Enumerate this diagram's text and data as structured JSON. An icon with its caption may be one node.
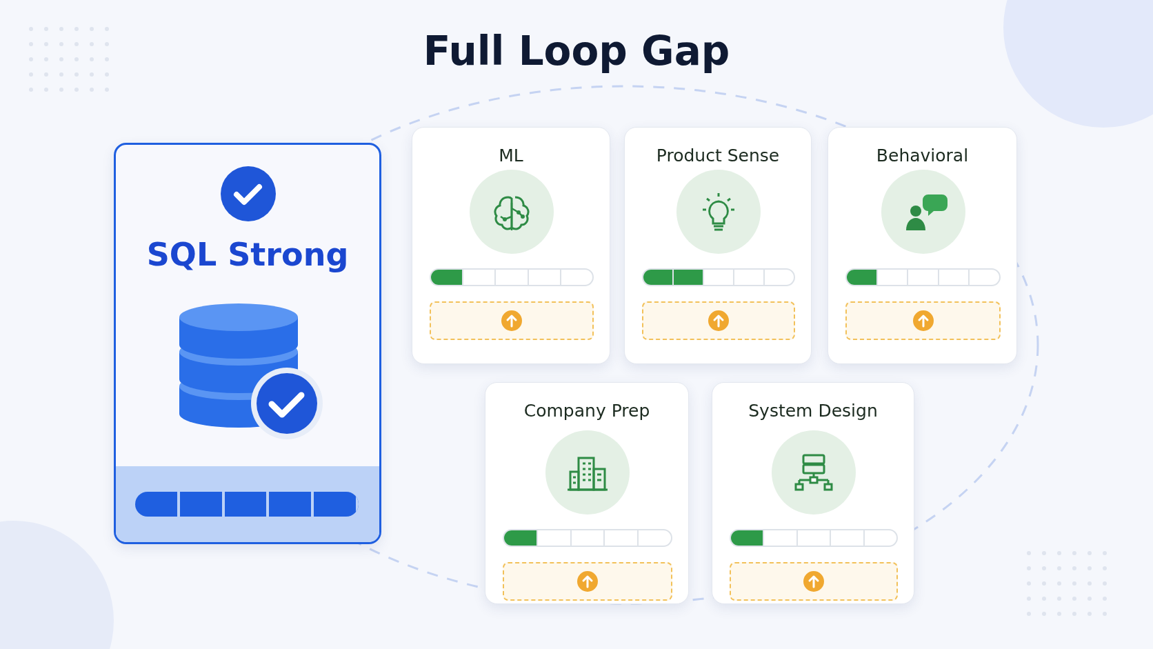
{
  "diagram": {
    "title": "Full Loop Gap",
    "nodes": [
      {
        "text": [
          "SQL Strong"
        ]
      },
      {
        "text": [
          "ML"
        ]
      },
      {
        "text": [
          "Product Sense"
        ]
      },
      {
        "text": [
          "Behavioral"
        ]
      },
      {
        "text": [
          "Company Prep"
        ]
      },
      {
        "text": [
          "System Design"
        ]
      }
    ],
    "edges": []
  }
}
